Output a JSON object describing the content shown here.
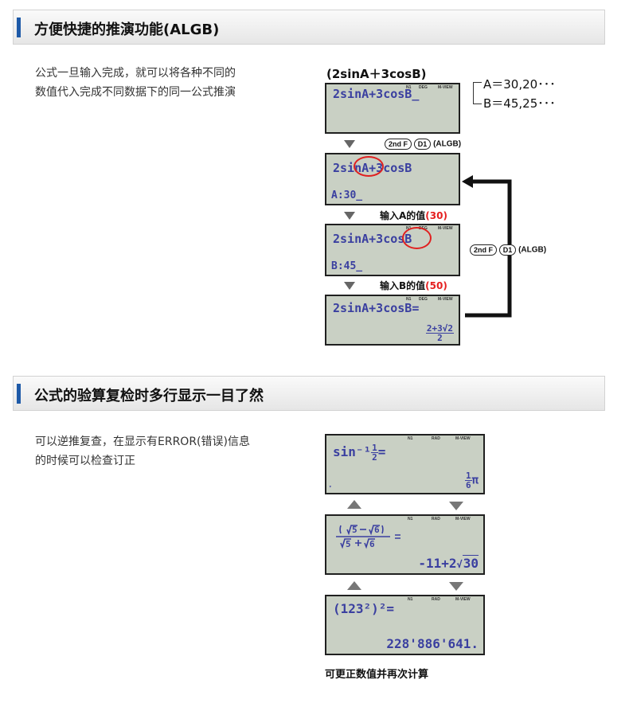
{
  "section1": {
    "title": "方便快捷的推演功能(ALGB)",
    "desc_line1": "公式一旦输入完成，就可以将各种不同的",
    "desc_line2": "数值代入完成不同数据下的同一公式推演",
    "formula_title": "(2sinA＋3cosB)",
    "values_a": "A＝30,20･･･",
    "values_b": "B＝45,25･･･",
    "screen1_line": "2sinA+3cosB_",
    "keys_row1": {
      "k1": "2nd F",
      "k2": "D1",
      "text": "(ALGB)"
    },
    "screen2_line": "2sinA+3cosB",
    "screen2_input": "A:30_",
    "step_a_prefix": "输入A的值",
    "step_a_value": "(30)",
    "screen3_line": "2sinA+3cosB",
    "screen3_input": "B:45_",
    "step_b_prefix": "输入B的值",
    "step_b_value": "(50)",
    "screen4_line": "2sinA+3cosB=",
    "screen4_num": "2+3√2",
    "screen4_den": "2",
    "keys_row2": {
      "k1": "2nd F",
      "k2": "D1",
      "text": "(ALGB)"
    },
    "indicator_n1": "N1",
    "indicator_deg": "DEG",
    "indicator_mview": "M-VIEW"
  },
  "section2": {
    "title": "公式的验算复检时多行显示一目了然",
    "desc_line1": "可以逆推复查，在显示有ERROR(错误)信息",
    "desc_line2": "的时候可以检查订正",
    "screen1": {
      "n1": "N1",
      "rad": "RAD",
      "mview": "M-VIEW",
      "expr": "sin⁻¹",
      "num": "1",
      "den": "2",
      "eq": "=",
      "res_num": "1",
      "res_den": "6",
      "pi": "π"
    },
    "screen2": {
      "n1": "N1",
      "rad": "RAD",
      "mview": "M-VIEW",
      "res_a": "-11+2",
      "res_b": "30"
    },
    "screen3": {
      "n1": "N1",
      "rad": "RAD",
      "mview": "M-VIEW",
      "expr": "(123²)²=",
      "res": "228'886'641."
    },
    "caption": "可更正数值并再次计算"
  }
}
